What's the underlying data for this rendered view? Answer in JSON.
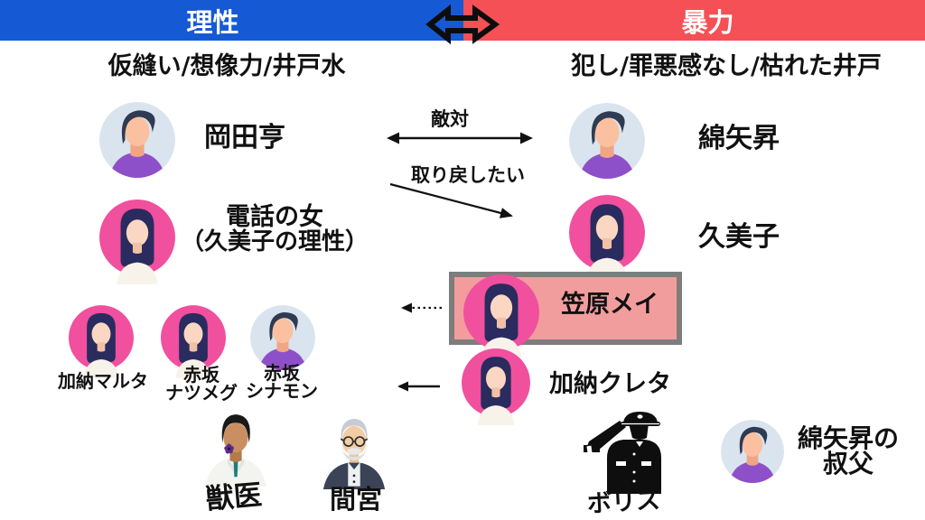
{
  "header": {
    "left_label": "理性",
    "right_label": "暴力"
  },
  "subtitles": {
    "left": "仮縫い/想像力/井戸水",
    "right": "犯し/罪悪感なし/枯れた井戸"
  },
  "relations": {
    "enmity": "敵対",
    "reclaim": "取り戻したい"
  },
  "characters": {
    "okada": {
      "name": "岡田亨",
      "avatar": "male"
    },
    "phone_woman": {
      "line1": "電話の女",
      "line2": "（久美子の理性）",
      "avatar": "female"
    },
    "wataya": {
      "name": "綿矢昇",
      "avatar": "male"
    },
    "kumiko": {
      "name": "久美子",
      "avatar": "female"
    },
    "kasahara_mei": {
      "name": "笠原メイ",
      "avatar": "female",
      "boxed": true
    },
    "kano_creta": {
      "name": "加納クレタ",
      "avatar": "female"
    },
    "kano_malta": {
      "name": "加納マルタ",
      "avatar": "female"
    },
    "akasaka_nutmeg": {
      "line1": "赤坂",
      "line2": "ナツメグ",
      "avatar": "female"
    },
    "akasaka_cinnamon": {
      "line1": "赤坂",
      "line2": "シナモン",
      "avatar": "male"
    },
    "vet": {
      "name": "獣医",
      "avatar": "man-in-white-coat"
    },
    "mamiya": {
      "name": "間宮",
      "avatar": "old-man-with-glasses"
    },
    "boris": {
      "name": "ボリス",
      "avatar": "saluting-officer-silhouette"
    },
    "wataya_uncle": {
      "line1": "綿矢昇の",
      "line2": "叔父",
      "avatar": "male"
    }
  },
  "colors": {
    "header_blue": "#1659d4",
    "header_red": "#f45055",
    "box_fill": "#f29d9d",
    "box_border": "#7d7d7d",
    "female_bg": "#f0509e",
    "male_bg": "#d9e4ee",
    "male_shirt": "#8e50c8",
    "text": "#111111"
  }
}
